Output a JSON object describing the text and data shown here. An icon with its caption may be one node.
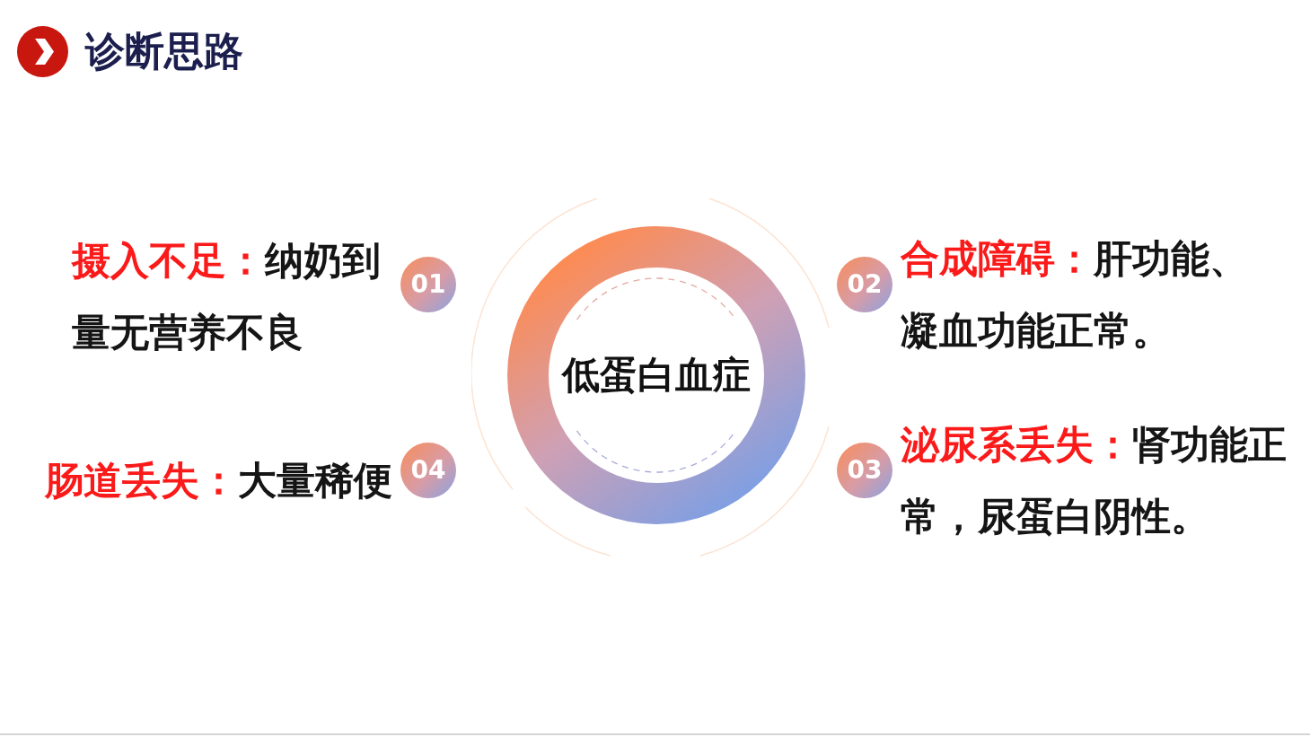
{
  "diagram": {
    "title": "诊断思路",
    "nodes": [
      {
        "text": [
          "低蛋白血症"
        ]
      },
      {
        "text": [
          "01"
        ],
        "beside": [
          "摄入不足：",
          "纳奶到量无营养不良"
        ]
      },
      {
        "text": [
          "02"
        ],
        "beside": [
          "合成障碍：",
          "肝功能、凝血功能正常。"
        ]
      },
      {
        "text": [
          "03"
        ],
        "beside": [
          "泌尿系丢失：",
          "肾功能正常，尿蛋白阴性。"
        ]
      },
      {
        "text": [
          "04"
        ],
        "beside": [
          "肠道丢失：",
          "大量稀便"
        ]
      }
    ]
  }
}
